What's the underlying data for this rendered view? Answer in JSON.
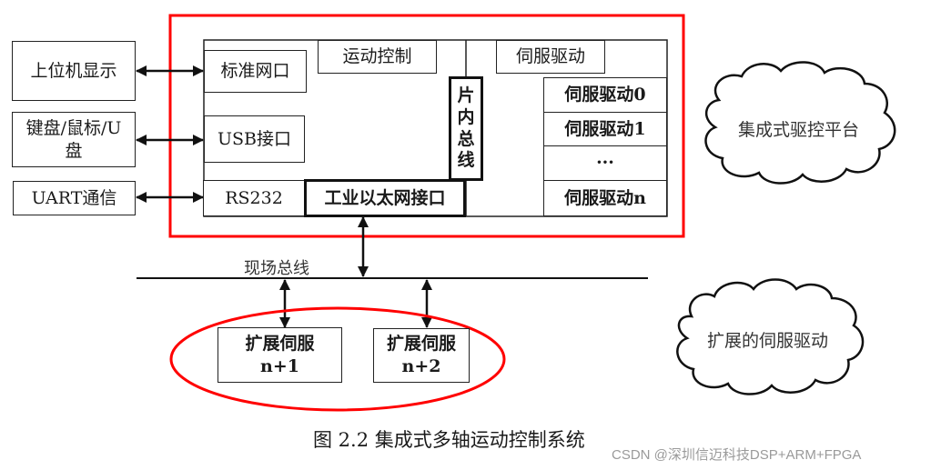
{
  "colors": {
    "highlight": "#ff0000",
    "line": "#111111",
    "watermark": "#9a9a9a"
  },
  "external_devices": [
    {
      "label": "上位机显示"
    },
    {
      "label": "键盘/鼠标/U盘"
    },
    {
      "label": "UART通信"
    }
  ],
  "platform": {
    "interfaces": [
      {
        "label": "标准网口"
      },
      {
        "label": "USB接口"
      },
      {
        "label": "RS232"
      }
    ],
    "motion_control_label": "运动控制",
    "servo_drive_label": "伺服驱动",
    "onchip_bus_chars": [
      "片",
      "内",
      "总",
      "线"
    ],
    "ethernet_interface_label": "工业以太网接口",
    "servo_drives": [
      {
        "label": "伺服驱动0"
      },
      {
        "label": "伺服驱动1"
      },
      {
        "label": "···"
      },
      {
        "label": "伺服驱动n"
      }
    ]
  },
  "fieldbus_label": "现场总线",
  "extended_servos": [
    {
      "line1": "扩展伺服",
      "line2": "n+1"
    },
    {
      "line1": "扩展伺服",
      "line2": "n+2"
    }
  ],
  "clouds": {
    "platform": "集成式驱控平台",
    "extended": "扩展的伺服驱动"
  },
  "caption": "图 2.2 集成式多轴运动控制系统",
  "watermark": "CSDN @深圳信迈科技DSP+ARM+FPGA"
}
